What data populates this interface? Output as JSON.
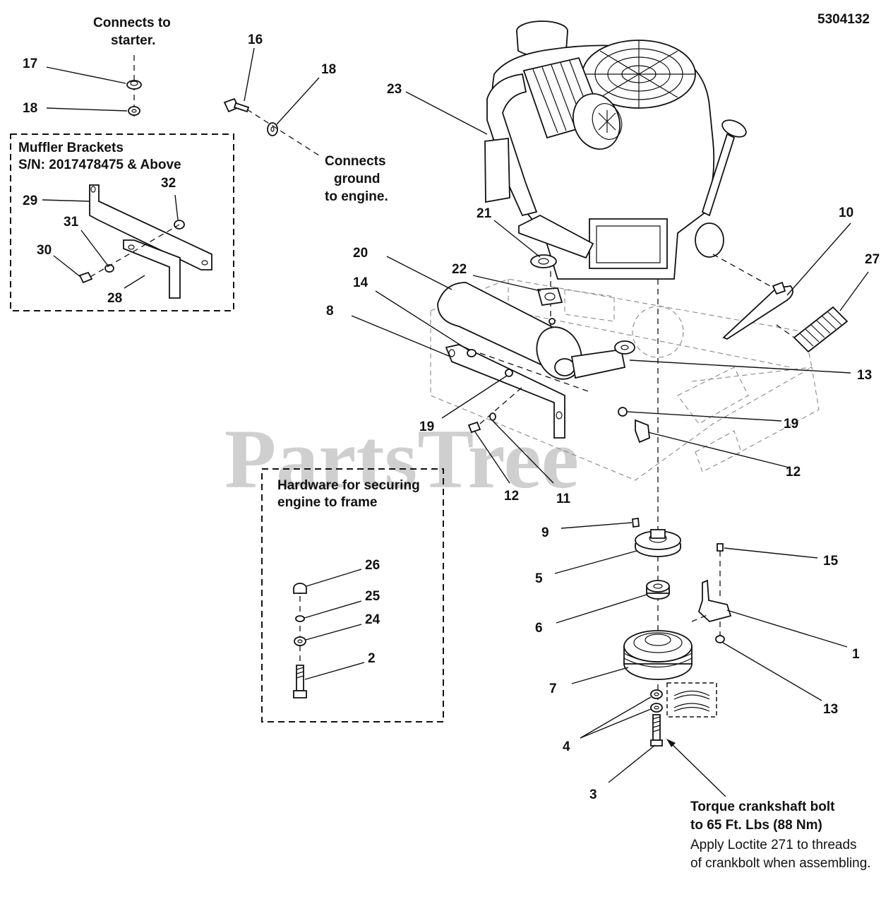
{
  "doc_number": "5304132",
  "watermark": "PartsTree",
  "notes": {
    "starter_line1": "Connects to",
    "starter_line2": "starter.",
    "ground_line1": "Connects",
    "ground_line2": "ground",
    "ground_line3": "to engine.",
    "torque_line1": "Torque crankshaft bolt",
    "torque_line2": "to 65 Ft. Lbs (88 Nm)",
    "loctite_line1": "Apply Loctite 271 to threads",
    "loctite_line2": "of crankbolt when assembling."
  },
  "boxes": {
    "muffler_title1": "Muffler Brackets",
    "muffler_title2": "S/N: 2017478475 & Above",
    "hardware_title1": "Hardware for securing",
    "hardware_title2": "engine to frame"
  },
  "callouts": {
    "c17": "17",
    "c18a": "18",
    "c16": "16",
    "c18b": "18",
    "c23": "23",
    "c21": "21",
    "c10": "10",
    "c27": "27",
    "c20": "20",
    "c22": "22",
    "c14": "14",
    "c8": "8",
    "c13a": "13",
    "c19a": "19",
    "c19b": "19",
    "c12a": "12",
    "c12b": "12",
    "c11": "11",
    "c9": "9",
    "c5": "5",
    "c15": "15",
    "c6": "6",
    "c1": "1",
    "c7": "7",
    "c13b": "13",
    "c4": "4",
    "c3": "3",
    "c29": "29",
    "c32": "32",
    "c31": "31",
    "c30": "30",
    "c28": "28",
    "c26": "26",
    "c25": "25",
    "c24": "24",
    "c2": "2"
  }
}
